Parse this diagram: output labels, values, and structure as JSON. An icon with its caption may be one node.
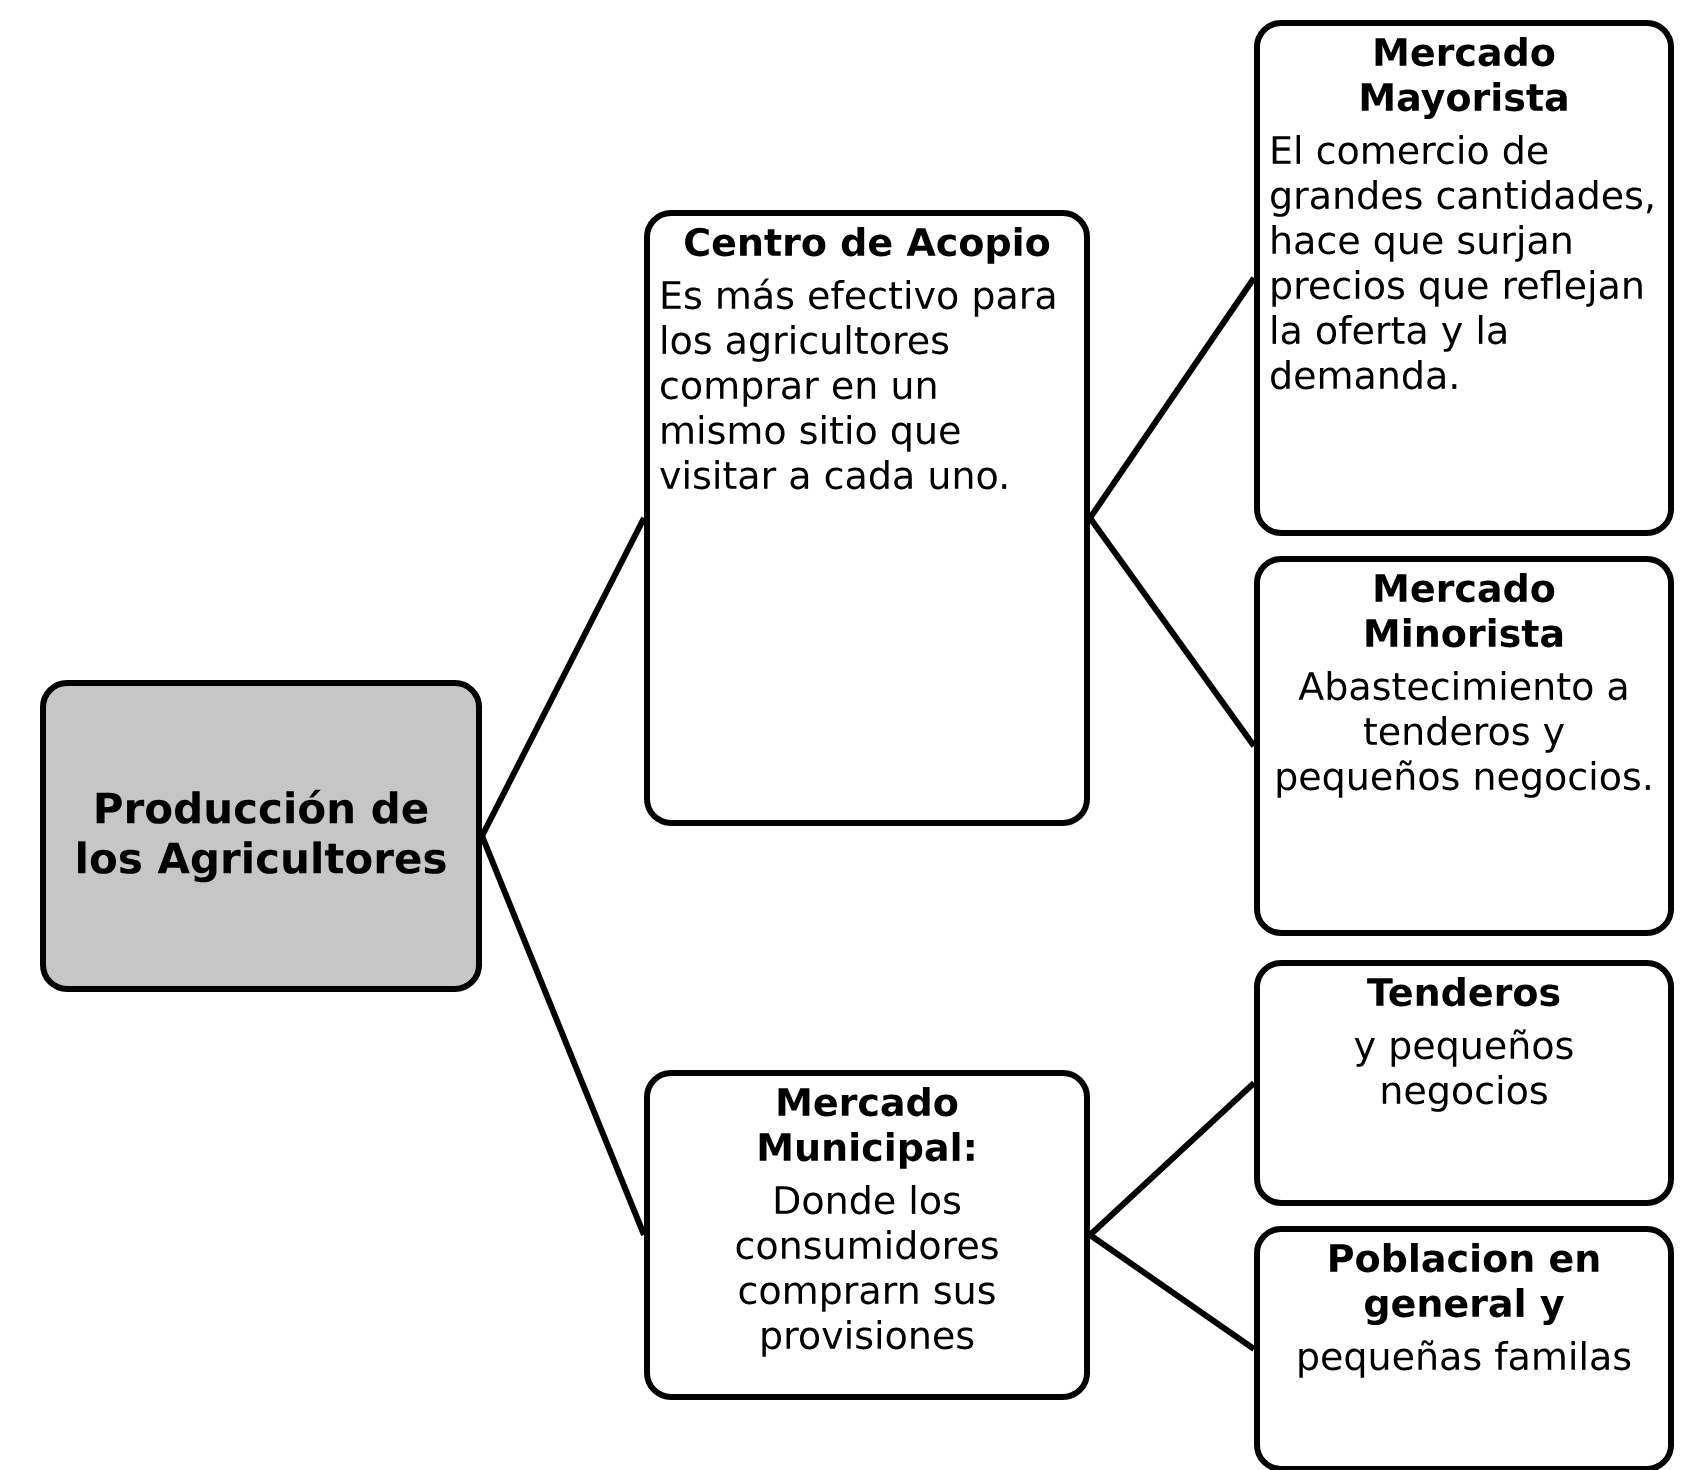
{
  "diagram": {
    "nodes": [
      {
        "text": [
          "Producción de los Agricultores"
        ]
      },
      {
        "text": [
          "Centro de Acopio",
          "Es más efectivo para los agricultores comprar  en un mismo sitio que visitar a cada uno."
        ]
      },
      {
        "text": [
          "Mercado Mayorista",
          "El comercio de grandes cantidades, hace que surjan precios que reflejan la oferta y la demanda."
        ]
      },
      {
        "text": [
          "Mercado Minorista",
          "Abastecimiento a tenderos y pequeños negocios."
        ]
      },
      {
        "text": [
          "Mercado Municipal:",
          "Donde los consumidores comprarn sus provisiones"
        ]
      },
      {
        "text": [
          "Tenderos",
          "y pequeños negocios"
        ]
      },
      {
        "text": [
          "Poblacion en general y",
          "pequeñas familas"
        ]
      }
    ],
    "edges": [
      {
        "from": 0,
        "to": 1,
        "arrow": "none"
      },
      {
        "from": 0,
        "to": 4,
        "arrow": "none"
      },
      {
        "from": 1,
        "to": 2,
        "arrow": "none"
      },
      {
        "from": 1,
        "to": 3,
        "arrow": "none"
      },
      {
        "from": 4,
        "to": 5,
        "arrow": "none"
      },
      {
        "from": 4,
        "to": 6,
        "arrow": "none"
      }
    ]
  }
}
